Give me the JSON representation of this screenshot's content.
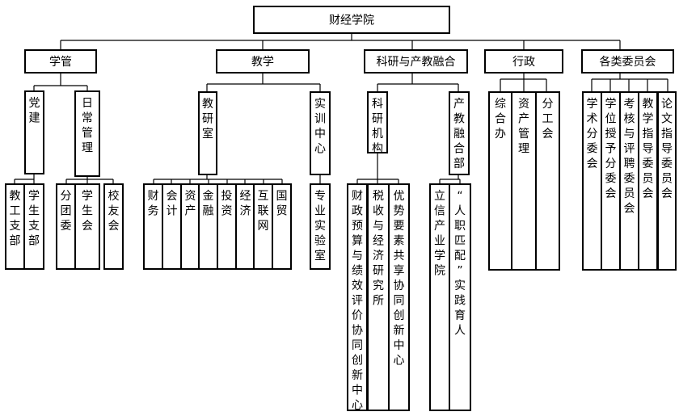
{
  "root": "财经学院",
  "branches": [
    {
      "key": "xueguan",
      "label": "学管"
    },
    {
      "key": "jiaoxue",
      "label": "教学"
    },
    {
      "key": "keyan",
      "label": "科研与产教融合"
    },
    {
      "key": "xingzheng",
      "label": "行政"
    },
    {
      "key": "weiyuanhui",
      "label": "各类委员会"
    }
  ],
  "xueguan": {
    "dangjian": "党建",
    "richang": "日常管理",
    "dangjian_children": [
      "教工支部",
      "学生支部"
    ],
    "richang_children": [
      "分团委",
      "学生会",
      "校友会"
    ]
  },
  "jiaoxue": {
    "jiaoyanshi": "教研室",
    "shixun": "实训中心",
    "jiaoyanshi_children": [
      "财务",
      "会计",
      "资产",
      "金融",
      "投资",
      "经济",
      "互联网",
      "国贸"
    ],
    "shixun_children": [
      "专业实验室"
    ]
  },
  "keyan": {
    "jigou": "科研机构",
    "chanjiao": "产教融合部",
    "jigou_children": [
      "财政预算与绩效评价协同创新中心",
      "税收与经济研究所",
      "优势要素共享协同创新中心"
    ],
    "chanjiao_children": [
      "立信产业学院",
      "“人职匹配”实践育人"
    ]
  },
  "xingzheng": {
    "children": [
      "综合办",
      "资产管理",
      "分工会"
    ]
  },
  "weiyuanhui": {
    "children": [
      "学术分委会",
      "学位授予分委会",
      "考核与评聘委员会",
      "教学指导委员会",
      "论文指导委员会"
    ]
  }
}
